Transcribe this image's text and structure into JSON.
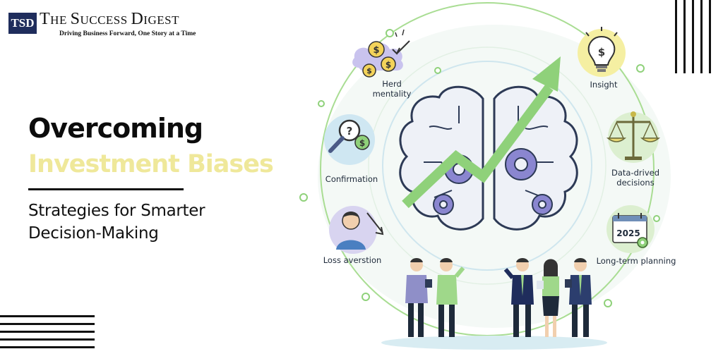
{
  "logo": {
    "abbr": "TSD",
    "name_parts": [
      "T",
      "HE ",
      "S",
      "UCCESS ",
      "D",
      "IGEST"
    ],
    "tagline": "Driving Business Forward, One Story at a Time"
  },
  "headline": {
    "line1": "Overcoming",
    "line2": "Investment Biases",
    "subtitle_line1": "Strategies for Smarter",
    "subtitle_line2": "Decision-Making"
  },
  "labels": {
    "herd_1": "Herd",
    "herd_2": "mentality",
    "insight": "Insight",
    "confirmation": "Confirmation",
    "data_1": "Data-drived",
    "data_2": "decisions",
    "loss": "Loss averstion",
    "planning": "Long-term planning",
    "calendar_year": "2025"
  },
  "colors": {
    "accent_green": "#8fd17a",
    "accent_yellow": "#efe89a",
    "navy": "#1f2d5c",
    "lavender": "#c9c3ee",
    "light_blue": "#cfe7f2"
  },
  "icons": [
    "money-cloud-icon",
    "lightbulb-dollar-icon",
    "magnifier-dollar-icon",
    "scales-icon",
    "person-down-arrow-icon",
    "calendar-icon",
    "gear-icon",
    "brain-icon",
    "growth-arrow-icon"
  ]
}
